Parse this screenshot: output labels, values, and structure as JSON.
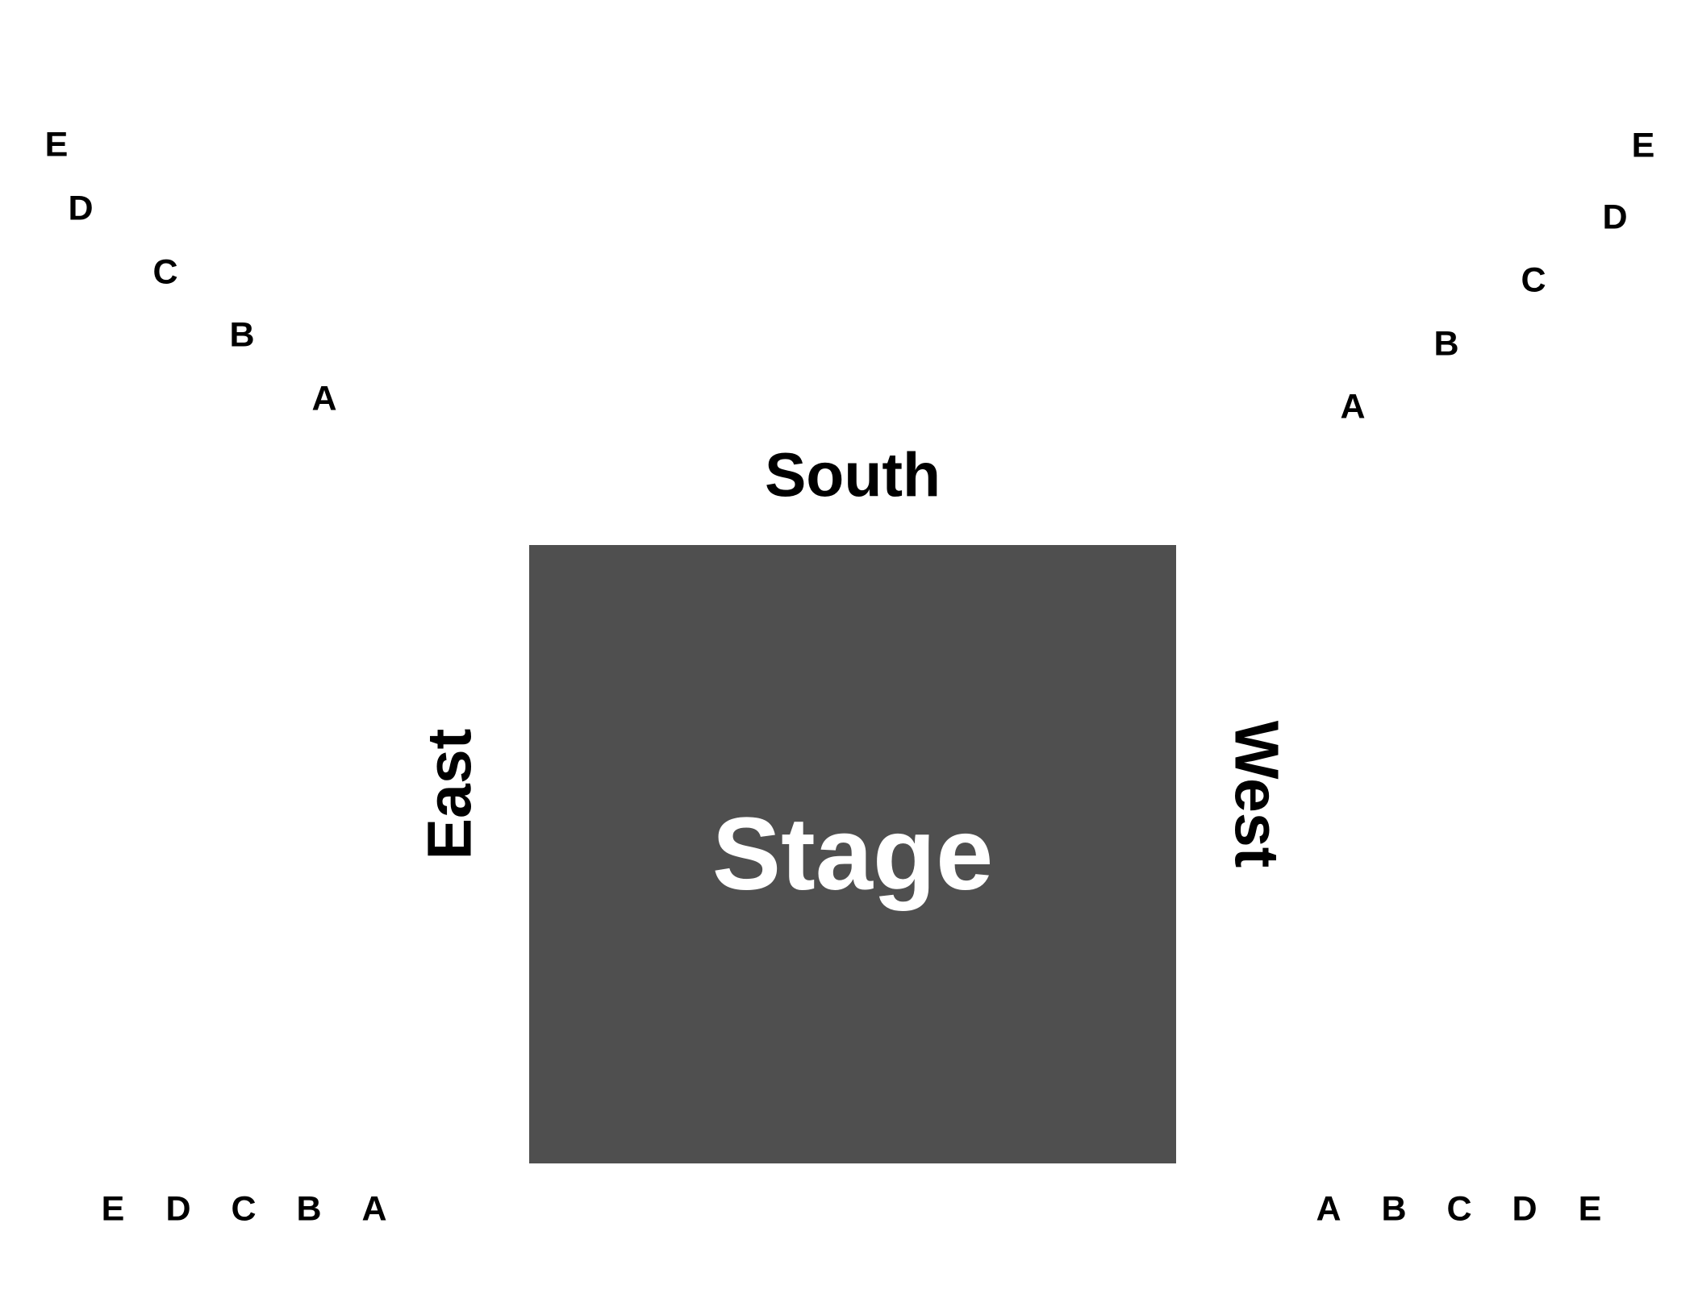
{
  "stage": {
    "label": "Stage",
    "fill_color": "#4f4f4f",
    "text_color": "#ffffff"
  },
  "sections": {
    "south": "South",
    "east": "East",
    "west": "West"
  },
  "rows": {
    "upper_left": [
      "E",
      "D",
      "C",
      "B",
      "A"
    ],
    "upper_right": [
      "E",
      "D",
      "C",
      "B",
      "A"
    ],
    "lower_left": [
      "E",
      "D",
      "C",
      "B",
      "A"
    ],
    "lower_right": [
      "A",
      "B",
      "C",
      "D",
      "E"
    ]
  }
}
